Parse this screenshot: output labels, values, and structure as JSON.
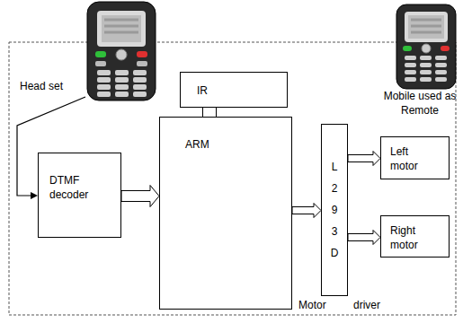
{
  "diagram": {
    "nodes": [
      {
        "text": [
          "IR"
        ]
      },
      {
        "text": [
          "DTMF decoder"
        ]
      },
      {
        "text": [
          "ARM"
        ]
      },
      {
        "text": [
          "L293D"
        ]
      },
      {
        "text": [
          "Left motor"
        ]
      },
      {
        "text": [
          "Right motor"
        ]
      }
    ],
    "edges": [
      {
        "from": 1,
        "to": 2,
        "arrow": "to"
      },
      {
        "from": 0,
        "to": 2,
        "arrow": "none"
      },
      {
        "from": 2,
        "to": 3,
        "arrow": "to"
      },
      {
        "from": 3,
        "to": 4,
        "arrow": "to"
      },
      {
        "from": 3,
        "to": 5,
        "arrow": "to"
      }
    ],
    "labels": [
      "Head set",
      "Mobile used as Remote",
      "Motor",
      "driver"
    ]
  }
}
